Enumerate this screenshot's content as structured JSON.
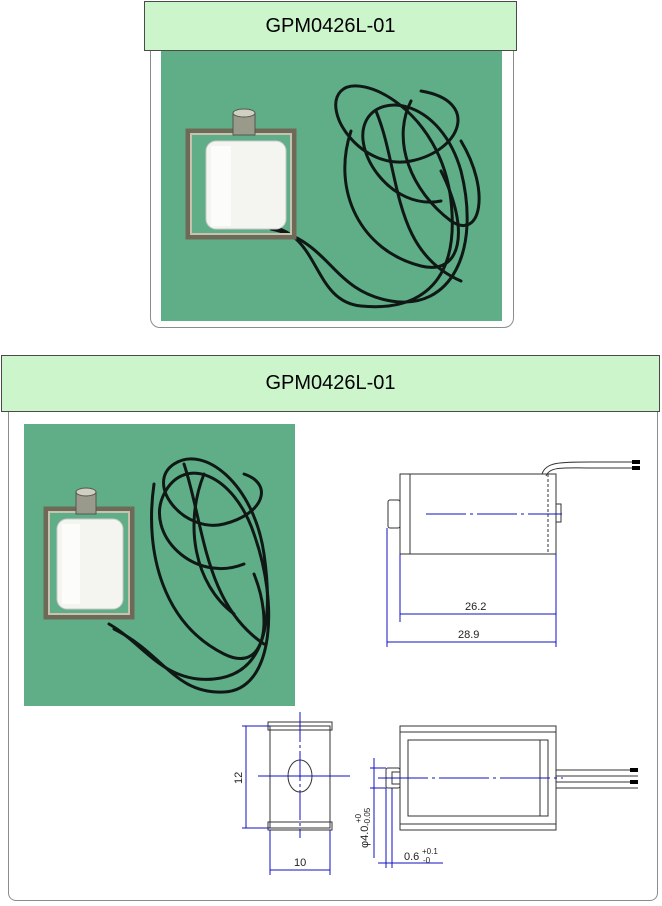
{
  "top_card": {
    "title": "GPM0426L-01"
  },
  "bottom_card": {
    "title": "GPM0426L-01"
  },
  "drawings": {
    "side_view": {
      "inner_length": "26.2",
      "overall_length": "28.9"
    },
    "end_view": {
      "height": "12",
      "width": "10"
    },
    "section_view": {
      "plunger_diameter": "φ4.0",
      "plunger_tol_upper": "+0",
      "plunger_tol_lower": "-0.05",
      "gap": "0.6",
      "gap_tol_upper": "+0.1",
      "gap_tol_lower": "-0"
    }
  },
  "colors": {
    "title_bg": "#ccf5cc",
    "photo_bg": "#5fae88",
    "line": "#1010c0"
  }
}
